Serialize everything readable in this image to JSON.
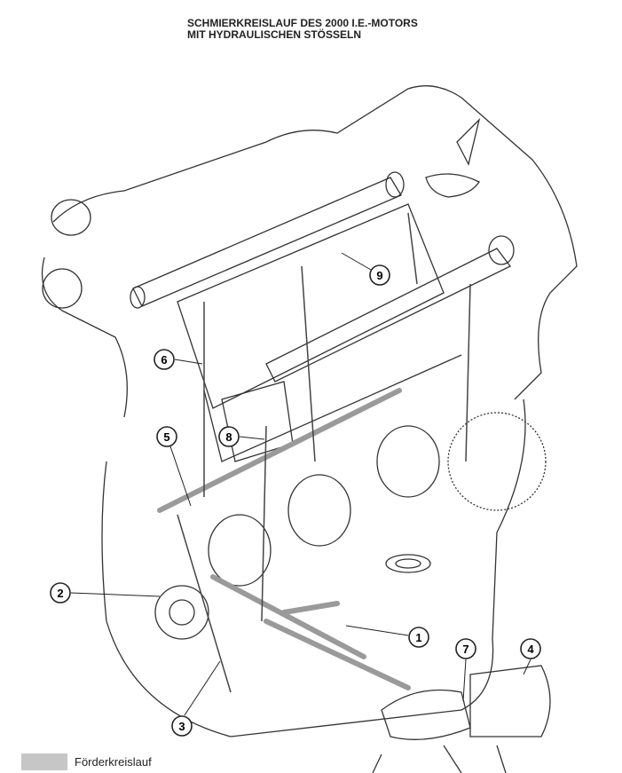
{
  "title": {
    "line1": "SCHMIERKREISLAUF DES 2000 I.E.-MOTORS",
    "line2": "MIT HYDRAULISCHEN STÖSSELN"
  },
  "callouts": [
    "1",
    "2",
    "3",
    "4",
    "5",
    "6",
    "7",
    "8",
    "9"
  ],
  "legend": {
    "label": "Förderkreislauf",
    "swatch_color": "#c6c6c6"
  }
}
